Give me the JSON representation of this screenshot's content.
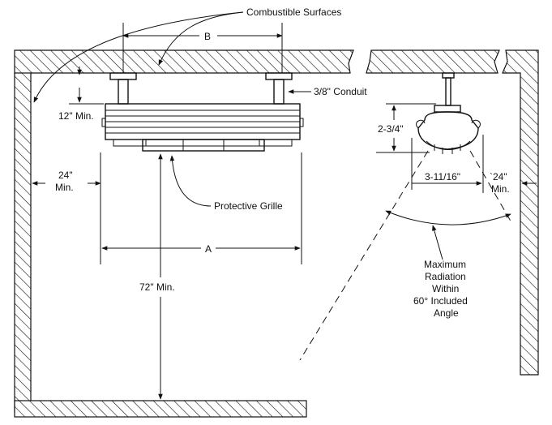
{
  "labels": {
    "combustible_surfaces": "Combustible Surfaces",
    "dim_b": "B",
    "conduit": "3/8\" Conduit",
    "twelve_min": "12\" Min.",
    "twentyfour_left_1": "24\"",
    "twentyfour_left_2": "Min.",
    "protective_grille": "Protective Grille",
    "dim_a": "A",
    "seventytwo_min": "72\" Min.",
    "two_three_quarter": "2-3/4\"",
    "three_eleven_sixteenth": "3-11/16\"",
    "twentyfour_right_1": "`24\"",
    "twentyfour_right_2": "Min.",
    "max_rad_1": "Maximum",
    "max_rad_2": "Radiation",
    "max_rad_3": "Within",
    "max_rad_4": "60° Included",
    "max_rad_5": "Angle"
  }
}
